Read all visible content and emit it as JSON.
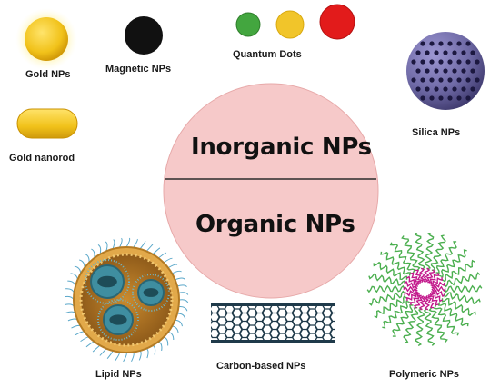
{
  "center": {
    "top_label": "Inorganic NPs",
    "bottom_label": "Organic NPs",
    "fill_color": "#f6c9c9",
    "divider_color": "#2b2b2b"
  },
  "items": {
    "gold_nps": {
      "label": "Gold NPs",
      "icon": "gold-sphere-icon",
      "color": "#f3c21a"
    },
    "magnetic_nps": {
      "label": "Magnetic NPs",
      "icon": "black-sphere-icon",
      "color": "#111111"
    },
    "quantum_dots": {
      "label": "Quantum Dots",
      "icon": "quantum-dots-icon",
      "colors": [
        "#43a63f",
        "#f1c52a",
        "#e21b1b"
      ]
    },
    "silica_nps": {
      "label": "Silica NPs",
      "icon": "silica-sphere-icon",
      "color": "#6f6aa6"
    },
    "gold_nanorod": {
      "label": "Gold nanorod",
      "icon": "gold-rod-icon",
      "color": "#f3c21a"
    },
    "lipid_nps": {
      "label": "Lipid NPs",
      "icon": "lipid-particle-icon",
      "color": "#e2a94a"
    },
    "carbon_nps": {
      "label": "Carbon-based NPs",
      "icon": "carbon-nanotube-icon",
      "color": "#1f3a4a"
    },
    "polymeric_nps": {
      "label": "Polymeric NPs",
      "icon": "polymer-micelle-icon",
      "colors": [
        "#4caf50",
        "#c2188b"
      ]
    }
  }
}
